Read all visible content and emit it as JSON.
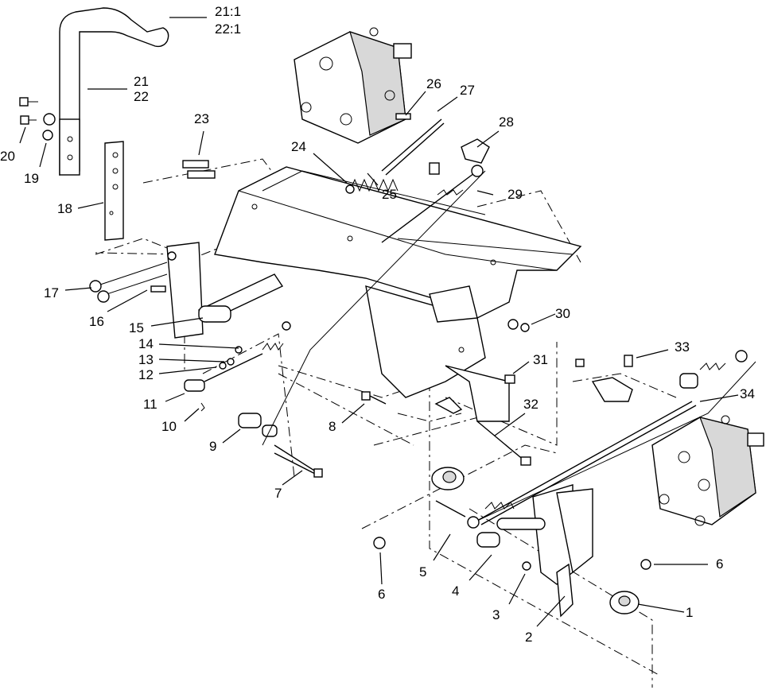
{
  "diagram": {
    "callouts": {
      "c1": "1",
      "c2": "2",
      "c3": "3",
      "c4": "4",
      "c5": "5",
      "c6a": "6",
      "c6b": "6",
      "c7": "7",
      "c8": "8",
      "c9": "9",
      "c10": "10",
      "c11": "11",
      "c12": "12",
      "c13": "13",
      "c14": "14",
      "c15": "15",
      "c16": "16",
      "c17": "17",
      "c18": "18",
      "c19": "19",
      "c20": "20",
      "c21": "21",
      "c22": "22",
      "c21_1": "21:1",
      "c22_1": "22:1",
      "c23": "23",
      "c24": "24",
      "c25": "25",
      "c26": "26",
      "c27": "27",
      "c28": "28",
      "c29": "29",
      "c30": "30",
      "c31": "31",
      "c32": "32",
      "c33": "33",
      "c34": "34"
    }
  }
}
